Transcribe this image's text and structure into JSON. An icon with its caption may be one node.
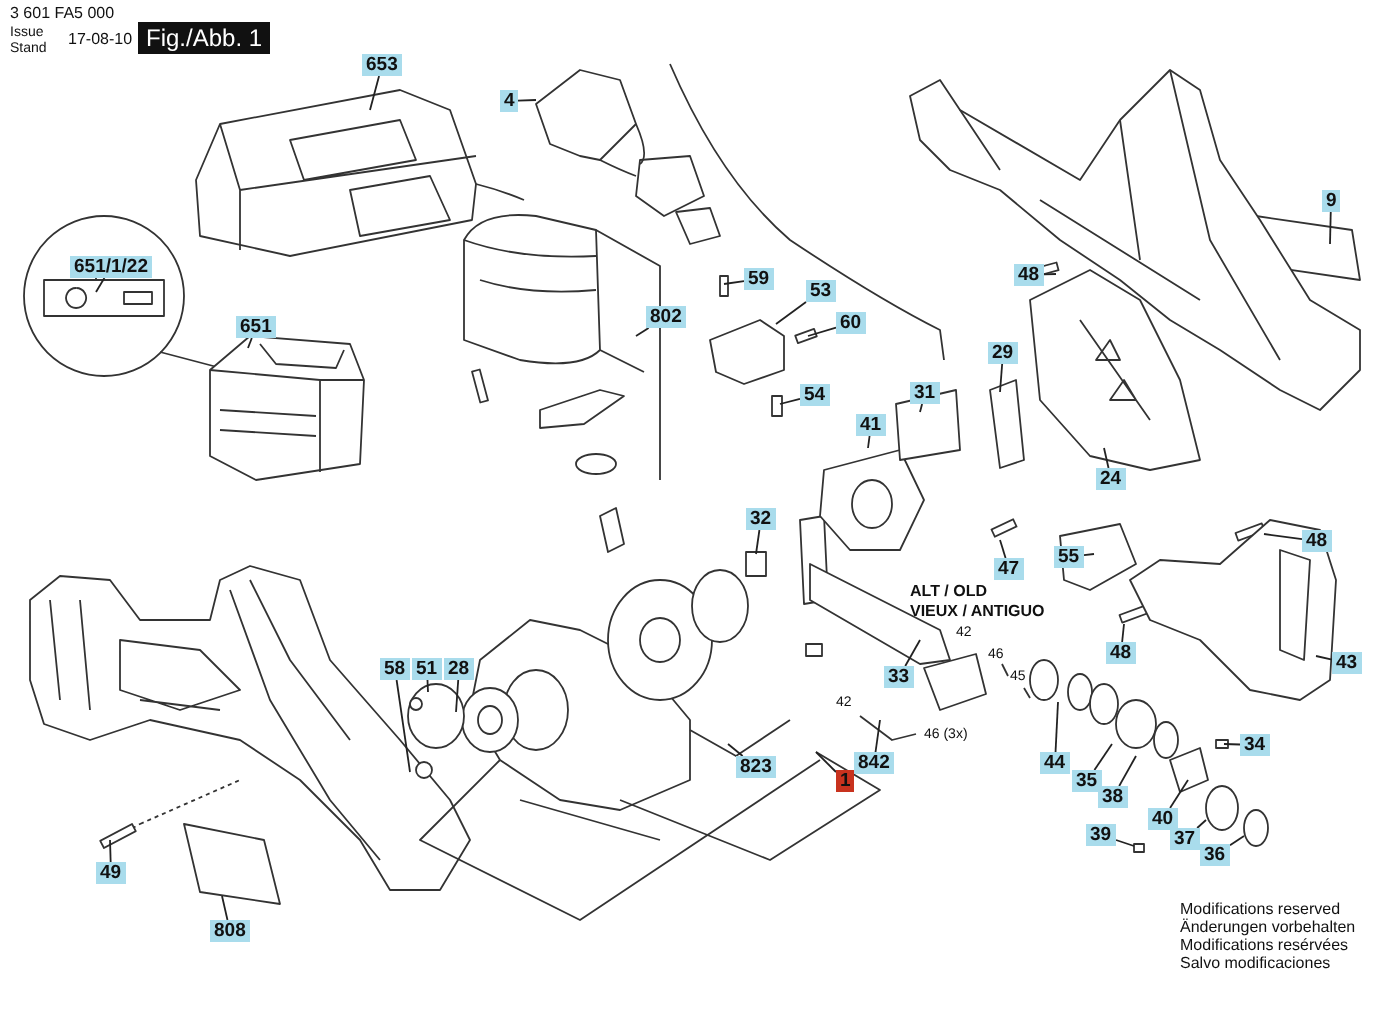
{
  "diagram": {
    "nodes": [
      {
        "text": [
          "653"
        ]
      },
      {
        "text": [
          "651/1/22"
        ]
      },
      {
        "text": [
          "651"
        ]
      },
      {
        "text": [
          "4"
        ]
      },
      {
        "text": [
          "802"
        ]
      },
      {
        "text": [
          "59"
        ]
      },
      {
        "text": [
          "53"
        ]
      },
      {
        "text": [
          "60"
        ]
      },
      {
        "text": [
          "54"
        ]
      },
      {
        "text": [
          "41"
        ]
      },
      {
        "text": [
          "31"
        ]
      },
      {
        "text": [
          "29"
        ]
      },
      {
        "text": [
          "48"
        ]
      },
      {
        "text": [
          "9"
        ]
      },
      {
        "text": [
          "24"
        ]
      },
      {
        "text": [
          "47"
        ]
      },
      {
        "text": [
          "55"
        ]
      },
      {
        "text": [
          "48"
        ]
      },
      {
        "text": [
          "48"
        ]
      },
      {
        "text": [
          "43"
        ]
      },
      {
        "text": [
          "32"
        ]
      },
      {
        "text": [
          "33"
        ]
      },
      {
        "text": [
          "58"
        ]
      },
      {
        "text": [
          "51"
        ]
      },
      {
        "text": [
          "28"
        ]
      },
      {
        "text": [
          "823"
        ]
      },
      {
        "text": [
          "1"
        ]
      },
      {
        "text": [
          "842"
        ]
      },
      {
        "text": [
          "44"
        ]
      },
      {
        "text": [
          "35"
        ]
      },
      {
        "text": [
          "38"
        ]
      },
      {
        "text": [
          "34"
        ]
      },
      {
        "text": [
          "39"
        ]
      },
      {
        "text": [
          "40"
        ]
      },
      {
        "text": [
          "37"
        ]
      },
      {
        "text": [
          "36"
        ]
      },
      {
        "text": [
          "49"
        ]
      },
      {
        "text": [
          "808"
        ]
      }
    ],
    "edges": [
      {
        "from": 0,
        "to": null,
        "arrow": "none"
      },
      {
        "from": 1,
        "to": null,
        "arrow": "none"
      },
      {
        "from": 2,
        "to": null,
        "arrow": "none"
      },
      {
        "from": 3,
        "to": null,
        "arrow": "none"
      },
      {
        "from": 4,
        "to": null,
        "arrow": "none"
      },
      {
        "from": 5,
        "to": null,
        "arrow": "none"
      },
      {
        "from": 6,
        "to": null,
        "arrow": "none"
      },
      {
        "from": 7,
        "to": null,
        "arrow": "none"
      },
      {
        "from": 8,
        "to": null,
        "arrow": "none"
      },
      {
        "from": 9,
        "to": null,
        "arrow": "none"
      },
      {
        "from": 10,
        "to": null,
        "arrow": "none"
      },
      {
        "from": 11,
        "to": null,
        "arrow": "none"
      },
      {
        "from": 12,
        "to": null,
        "arrow": "none"
      },
      {
        "from": 13,
        "to": null,
        "arrow": "none"
      },
      {
        "from": 14,
        "to": null,
        "arrow": "none"
      },
      {
        "from": 15,
        "to": null,
        "arrow": "none"
      },
      {
        "from": 16,
        "to": null,
        "arrow": "none"
      },
      {
        "from": 17,
        "to": null,
        "arrow": "none"
      },
      {
        "from": 18,
        "to": null,
        "arrow": "none"
      },
      {
        "from": 19,
        "to": null,
        "arrow": "none"
      },
      {
        "from": 20,
        "to": null,
        "arrow": "none"
      },
      {
        "from": 21,
        "to": null,
        "arrow": "none"
      },
      {
        "from": 22,
        "to": null,
        "arrow": "none"
      },
      {
        "from": 23,
        "to": null,
        "arrow": "none"
      },
      {
        "from": 24,
        "to": null,
        "arrow": "none"
      },
      {
        "from": 25,
        "to": null,
        "arrow": "none"
      },
      {
        "from": 26,
        "to": null,
        "arrow": "none"
      },
      {
        "from": 27,
        "to": null,
        "arrow": "none"
      },
      {
        "from": 28,
        "to": null,
        "arrow": "none"
      },
      {
        "from": 29,
        "to": null,
        "arrow": "none"
      },
      {
        "from": 30,
        "to": null,
        "arrow": "none"
      },
      {
        "from": 31,
        "to": null,
        "arrow": "none"
      },
      {
        "from": 32,
        "to": null,
        "arrow": "none"
      },
      {
        "from": 33,
        "to": null,
        "arrow": "none"
      },
      {
        "from": 34,
        "to": null,
        "arrow": "none"
      },
      {
        "from": 35,
        "to": null,
        "arrow": "none"
      },
      {
        "from": 36,
        "to": null,
        "arrow": "none"
      },
      {
        "from": 37,
        "to": null,
        "arrow": "none"
      }
    ],
    "labels": [
      "3 601 FA5 000",
      "Issue",
      "Stand",
      "17-08-10",
      "Fig./Abb. 1",
      "ALT / OLD",
      "VIEUX / ANTIGUO",
      "42",
      "46",
      "45",
      "42",
      "46 (3x)",
      "Modifications reserved",
      "Änderungen vorbehalten",
      "Modifications resérvées",
      "Salvo modificaciones"
    ]
  }
}
